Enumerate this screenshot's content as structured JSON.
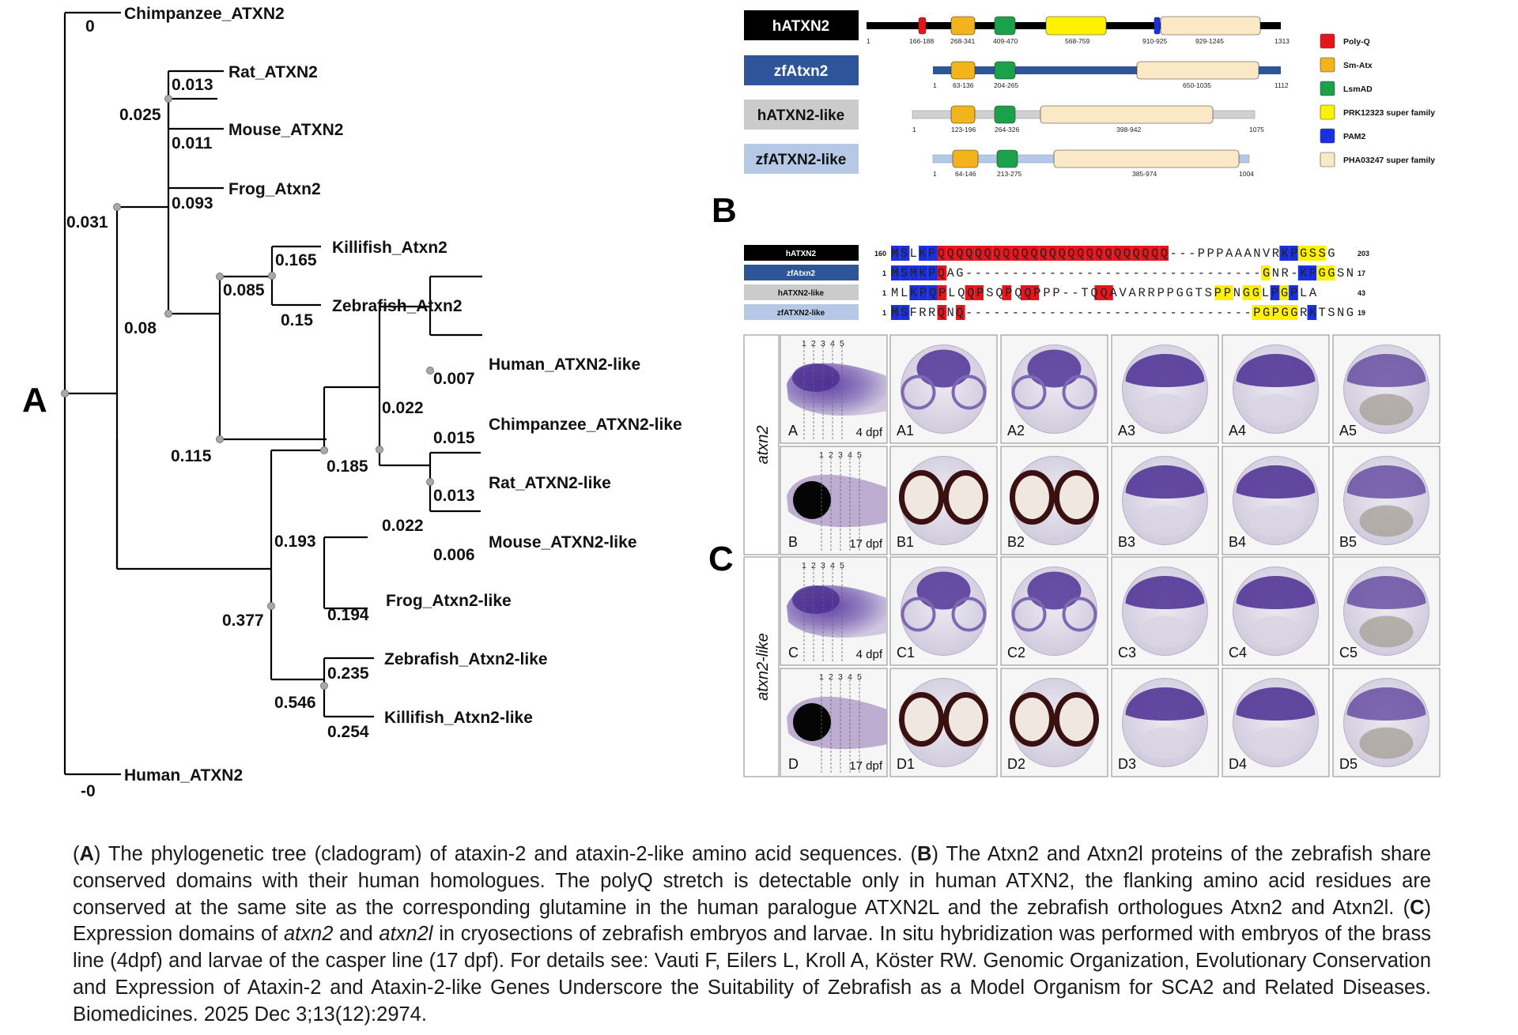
{
  "panels": {
    "a": "A",
    "b": "B",
    "c": "C"
  },
  "tree": {
    "leaves": [
      {
        "id": "chimp_atxn2",
        "label": "Chimpanzee_ATXN2"
      },
      {
        "id": "rat_atxn2",
        "label": "Rat_ATXN2"
      },
      {
        "id": "mouse_atxn2",
        "label": "Mouse_ATXN2"
      },
      {
        "id": "frog_atxn2",
        "label": "Frog_Atxn2"
      },
      {
        "id": "killi_atxn2",
        "label": "Killifish_Atxn2"
      },
      {
        "id": "zf_atxn2",
        "label": "Zebrafish_Atxn2"
      },
      {
        "id": "human_l",
        "label": "Human_ATXN2-like"
      },
      {
        "id": "chimp_l",
        "label": "Chimpanzee_ATXN2-like"
      },
      {
        "id": "rat_l",
        "label": "Rat_ATXN2-like"
      },
      {
        "id": "mouse_l",
        "label": "Mouse_ATXN2-like"
      },
      {
        "id": "frog_l",
        "label": "Frog_Atxn2-like"
      },
      {
        "id": "zf_l",
        "label": "Zebrafish_Atxn2-like"
      },
      {
        "id": "killi_l",
        "label": "Killifish_Atxn2-like"
      },
      {
        "id": "human_atxn2",
        "label": "Human_ATXN2"
      }
    ],
    "branch_lengths": {
      "chimp_atxn2": "0",
      "human_atxn2": "-0",
      "rat_atxn2": "0.013",
      "mouse_atxn2": "0.011",
      "rodent_clade": "0.025",
      "frog_atxn2": "0.093",
      "killi_atxn2": "0.165",
      "zf_atxn2": "0.15",
      "fish_atxn2_clade": "0.085",
      "nonmammal_atxn2_clade": "0.08",
      "atxn2_clade": "0.031",
      "atxn2l_clade": "0.115",
      "human_l": "0.007",
      "chimp_l": "0.015",
      "primate_l_clade": "0.022",
      "rat_l": "0.013",
      "mouse_l": "0.006",
      "rodent_l_clade": "0.022",
      "mammal_l_clade": "0.185",
      "frog_l": "0.194",
      "tetrapod_l_clade": "0.193",
      "zf_l": "0.235",
      "killi_l": "0.254",
      "fish_l_clade": "0.546",
      "vertebrate_l_clade": "0.377"
    }
  },
  "domains": {
    "proteins": [
      {
        "label": "hATXN2",
        "length": 1313,
        "positions": [
          "1",
          "166-188",
          "268-341",
          "409-470",
          "568-759",
          "910-925",
          "929-1245",
          "1313"
        ]
      },
      {
        "label": "zfAtxn2",
        "length": 1112,
        "positions": [
          "1",
          "63-136",
          "204-265",
          "650-1035",
          "1112"
        ]
      },
      {
        "label": "hATXN2-like",
        "length": 1075,
        "positions": [
          "1",
          "123-196",
          "264-326",
          "398-942",
          "1075"
        ]
      },
      {
        "label": "zfATXN2-like",
        "length": 1004,
        "positions": [
          "1",
          "64-146",
          "213-275",
          "385-974",
          "1004"
        ]
      }
    ],
    "legend": [
      {
        "label": "Poly-Q",
        "color": "#e8141c"
      },
      {
        "label": "Sm-Atx",
        "color": "#f3b31b"
      },
      {
        "label": "LsmAD",
        "color": "#1aa14a"
      },
      {
        "label": "PRK12323 super family",
        "color": "#fff200"
      },
      {
        "label": "PAM2",
        "color": "#1a2fe0"
      },
      {
        "label": "PHA03247 super family",
        "color": "#fbe9c6"
      }
    ]
  },
  "alignment": {
    "rows": [
      {
        "label": "hATXN2",
        "start": "160",
        "seq": "MSLKPQQQQQQQQQQQQQQQQQQQQQQQQQ---PPPAAANVRKPGSSG",
        "end": "203"
      },
      {
        "label": "zfAtxn2",
        "start": "1",
        "seq": "MSMKPQAG--------------------------------GNR-KPGGSN",
        "end": "17"
      },
      {
        "label": "hATXN2-like",
        "start": "1",
        "seq": " MLKPQPLQQPSQPQQPPP--TQQAVARRPPGGTSPPNGGLPGPLA",
        "end": "43"
      },
      {
        "label": "zfATXN2-like",
        "start": "1",
        "seq": "MSFRRQNQ-------------------------------PGPGGRKTSNG",
        "end": "19"
      }
    ]
  },
  "expression": {
    "genes": [
      "atxn2",
      "atxn2-like"
    ],
    "rows": [
      {
        "whole": "A",
        "dpf": "4 dpf",
        "sections": [
          "A1",
          "A2",
          "A3",
          "A4",
          "A5"
        ]
      },
      {
        "whole": "B",
        "dpf": "17 dpf",
        "sections": [
          "B1",
          "B2",
          "B3",
          "B4",
          "B5"
        ]
      },
      {
        "whole": "C",
        "dpf": "4 dpf",
        "sections": [
          "C1",
          "C2",
          "C3",
          "C4",
          "C5"
        ]
      },
      {
        "whole": "D",
        "dpf": "17 dpf",
        "sections": [
          "D1",
          "D2",
          "D3",
          "D4",
          "D5"
        ]
      }
    ],
    "section_numbers": [
      "1",
      "2",
      "3",
      "4",
      "5"
    ]
  },
  "caption": {
    "p1": "(",
    "a_letter": "A",
    "p2": ") The phylogenetic tree (cladogram) of ataxin-2 and ataxin-2-like amino acid sequences. (",
    "b_letter": "B",
    "p3": ") The Atxn2 and Atxn2l proteins of the zebrafish share conserved domains with their human homologues. The polyQ stretch is detectable only in human ATXN2, the flanking amino acid residues are conserved at the same site as the corresponding glutamine in the human paralogue ATXN2L and the zebrafish orthologues Atxn2 and Atxn2l. (",
    "c_letter": "C",
    "p4": ") Expression domains of ",
    "gene1": "atxn2",
    "p5": " and ",
    "gene2": "atxn2l",
    "p6": " in cryosections of zebrafish embryos and larvae. In situ hybridization was performed with embryos of the brass line (4dpf) and larvae of the casper line (17 dpf). For details see: Vauti F, Eilers L, Kroll A, Köster RW. Genomic Organization, Evolutionary Conservation and Expression of Ataxin-2 and Ataxin-2-like Genes Underscore the Suitability of Zebrafish as a Model Organism for SCA2 and Related Diseases. Biomedicines. 2025 Dec 3;13(12):2974."
  }
}
